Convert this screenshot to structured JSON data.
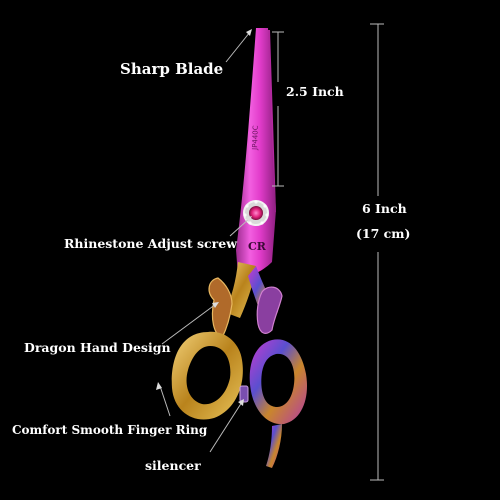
{
  "labels": {
    "sharp_blade": "Sharp Blade",
    "rhinestone": "Rhinestone Adjust screw",
    "dragon": "Dragon Hand Design",
    "comfort": "Comfort Smooth Finger Ring",
    "silencer": "silencer",
    "blade_length": "2.5 Inch",
    "total_length": "6 Inch",
    "total_length_cm": "(17 cm)"
  },
  "logo_text": "CR",
  "colors": {
    "background": "#000000",
    "blade_pink": "#e83fd0",
    "gold": "#c89a2a",
    "rainbow_purple": "#7a3fb0",
    "text": "#ffffff",
    "lines": "#bbbbbb"
  }
}
